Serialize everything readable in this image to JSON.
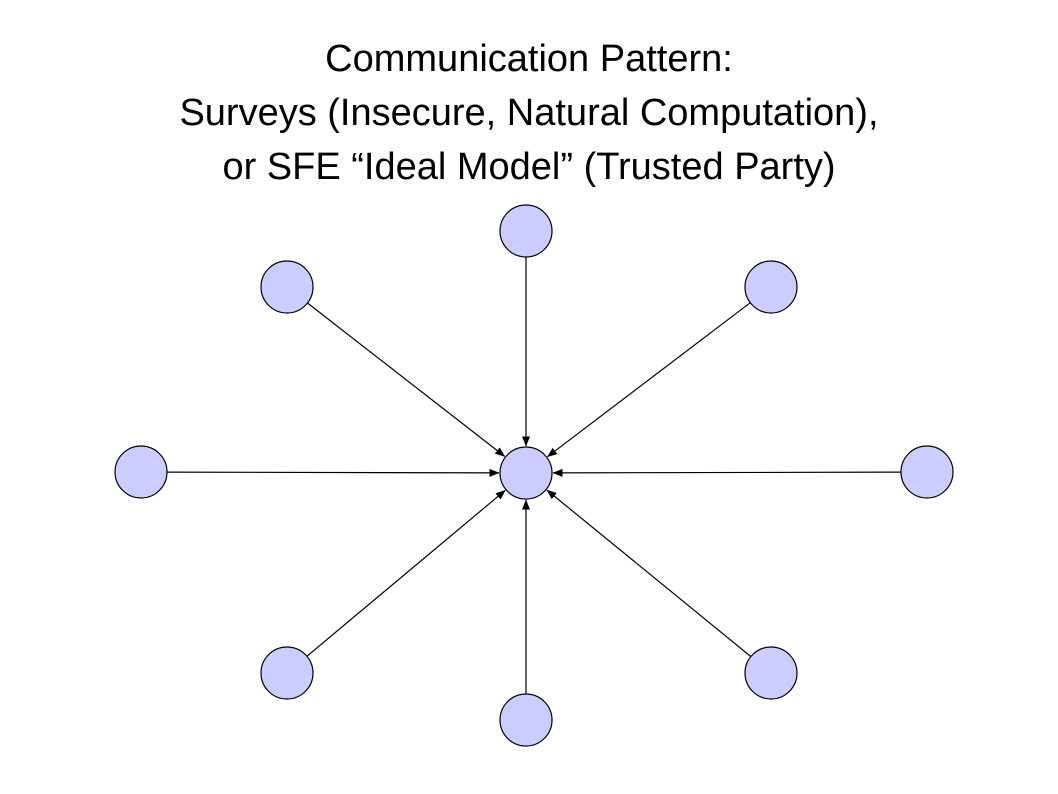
{
  "title": {
    "line1": "Communication Pattern:",
    "line2": "Surveys (Insecure, Natural Computation),",
    "line3": "or SFE “Ideal Model” (Trusted Party)"
  },
  "colors": {
    "node_fill": "#ccccff",
    "node_stroke": "#000000",
    "edge": "#000000"
  },
  "diagram": {
    "type": "star",
    "direction": "outer-to-center",
    "nodes": [
      {
        "id": "center"
      },
      {
        "id": "top"
      },
      {
        "id": "top-left"
      },
      {
        "id": "top-right"
      },
      {
        "id": "left"
      },
      {
        "id": "right"
      },
      {
        "id": "bottom-left"
      },
      {
        "id": "bottom"
      },
      {
        "id": "bottom-right"
      }
    ],
    "edges": [
      {
        "from": "top",
        "to": "center"
      },
      {
        "from": "top-left",
        "to": "center"
      },
      {
        "from": "top-right",
        "to": "center"
      },
      {
        "from": "left",
        "to": "center"
      },
      {
        "from": "right",
        "to": "center"
      },
      {
        "from": "bottom-left",
        "to": "center"
      },
      {
        "from": "bottom",
        "to": "center"
      },
      {
        "from": "bottom-right",
        "to": "center"
      }
    ]
  }
}
